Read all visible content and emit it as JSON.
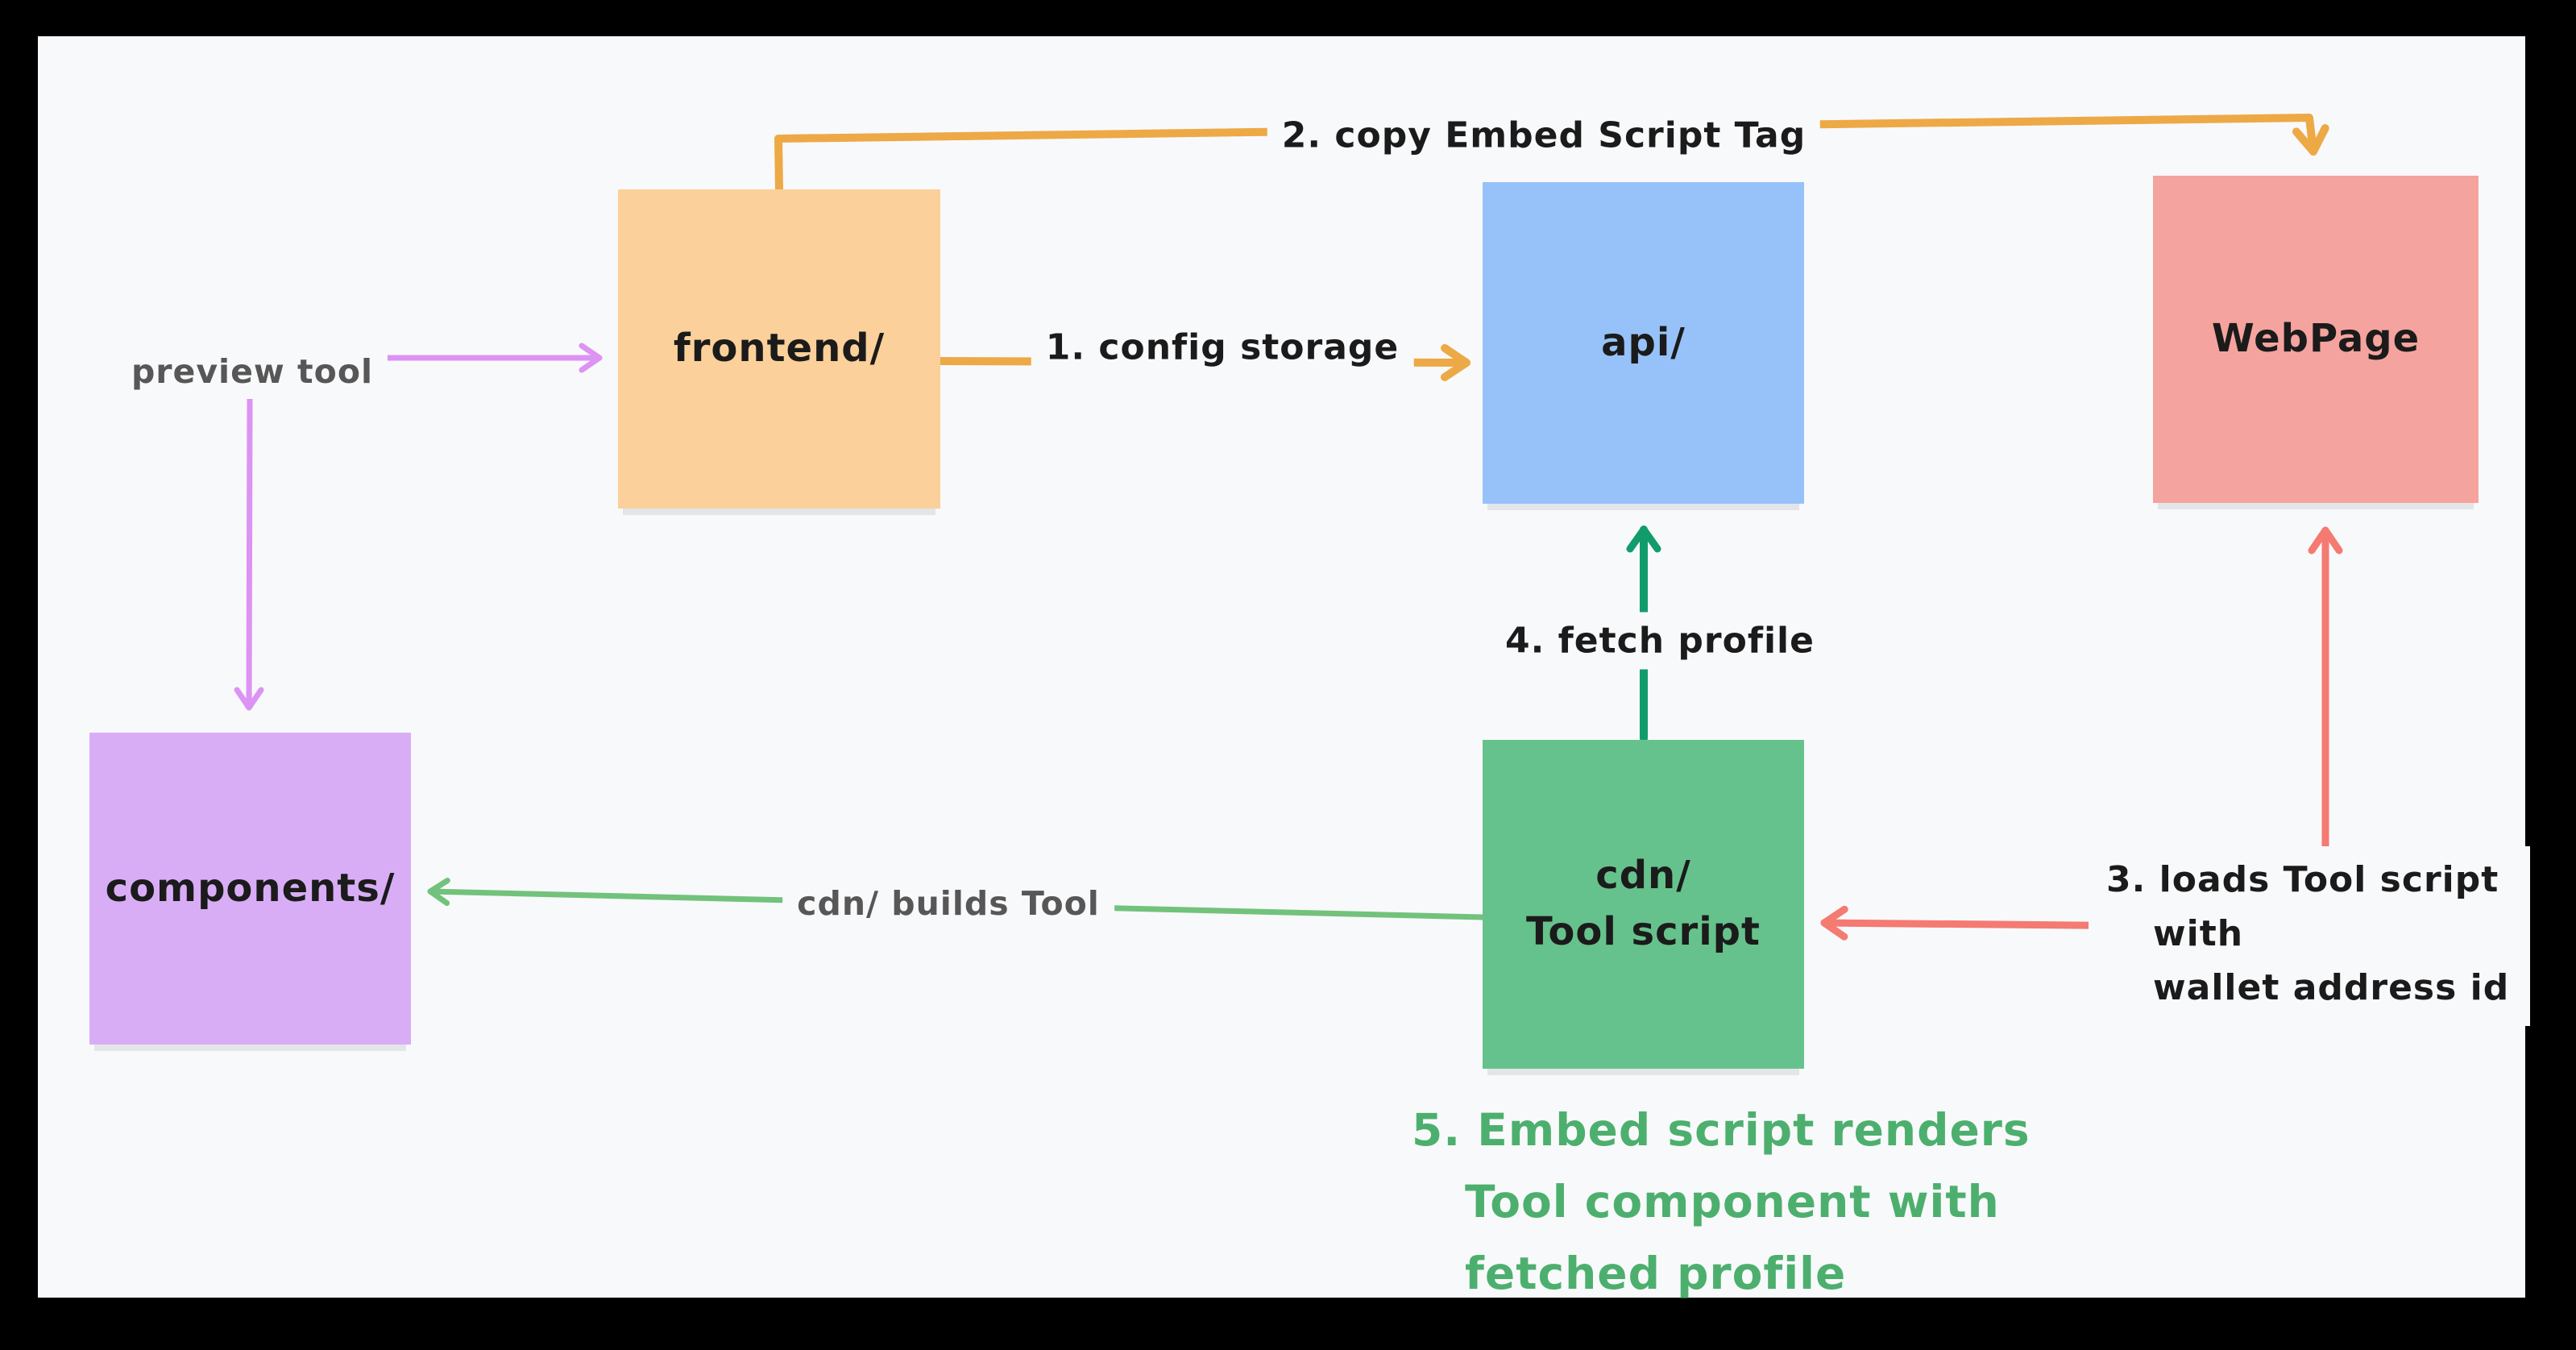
{
  "canvas": {
    "background": "#f8f9fb",
    "frame_color": "#000000"
  },
  "nodes": {
    "frontend": {
      "label": "frontend/",
      "color": "#fbd09a"
    },
    "api": {
      "label": "api/",
      "color": "#97c2f9"
    },
    "webpage": {
      "label": "WebPage",
      "color": "#f5a39e"
    },
    "components": {
      "label": "components/",
      "color": "#d9adf6"
    },
    "cdn": {
      "lines": [
        "cdn/",
        "Tool script"
      ],
      "color": "#66c28c"
    }
  },
  "edges": {
    "copy_embed": {
      "label": "2. copy Embed Script Tag",
      "color": "#eda945",
      "from": "frontend",
      "to": "webpage"
    },
    "config_storage": {
      "label": "1. config storage",
      "color": "#eda945",
      "from": "frontend",
      "to": "api"
    },
    "preview_tool": {
      "label": "preview tool",
      "label_color": "#575757",
      "color": "#dc93f3",
      "from": "preview-tool-label",
      "to": "frontend-and-components"
    },
    "fetch_profile": {
      "label": "4. fetch profile",
      "color": "#129c6b",
      "from": "cdn",
      "to": "api"
    },
    "builds_tool": {
      "label": "cdn/ builds Tool",
      "label_color": "#575757",
      "color": "#72c27c",
      "from": "cdn",
      "to": "components"
    },
    "loads_tool": {
      "lines": [
        "3. loads Tool script",
        "with",
        "wallet address id"
      ],
      "color": "#f47a72",
      "from": "webpage",
      "to": "cdn"
    }
  },
  "note": {
    "lines": [
      "5. Embed script renders",
      "Tool component with",
      "fetched profile"
    ],
    "color": "#4daf6e"
  }
}
